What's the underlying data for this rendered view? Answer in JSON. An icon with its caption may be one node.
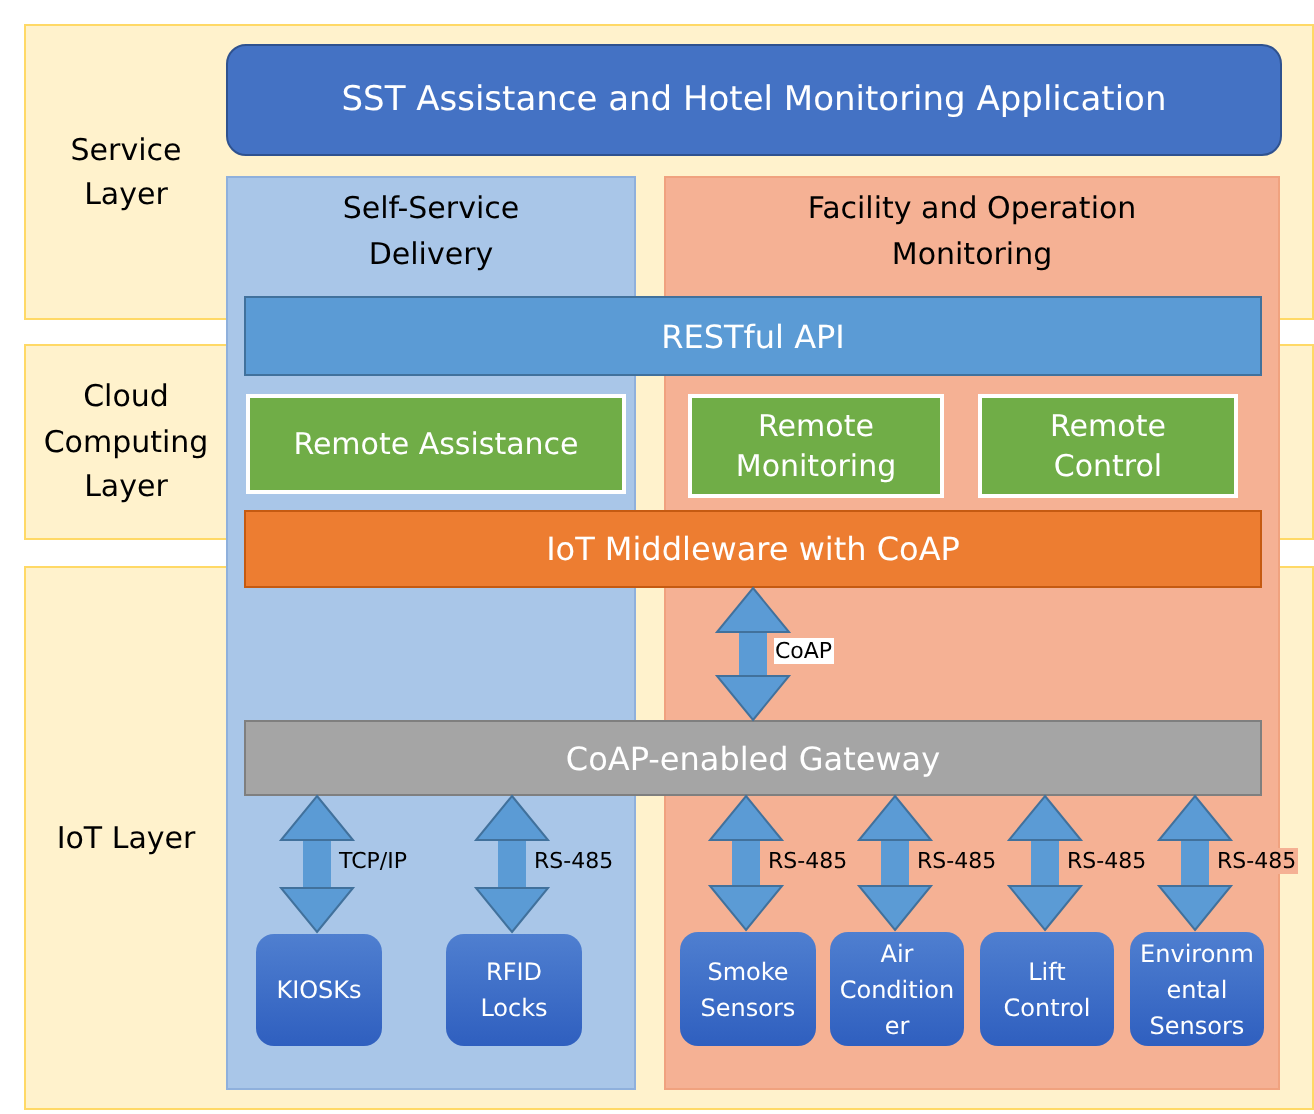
{
  "diagram": {
    "nodes": [
      {
        "text": [
          "Service Layer"
        ]
      },
      {
        "text": [
          "Cloud Computing Layer"
        ]
      },
      {
        "text": [
          "IoT Layer"
        ]
      },
      {
        "text": [
          "SST Assistance and Hotel Monitoring Application"
        ]
      },
      {
        "text": [
          "Self-Service Delivery"
        ]
      },
      {
        "text": [
          "Facility and Operation Monitoring"
        ]
      },
      {
        "text": [
          "RESTful API"
        ]
      },
      {
        "text": [
          "Remote Assistance"
        ],
        "in": 4
      },
      {
        "text": [
          "Remote Monitoring"
        ],
        "in": 5
      },
      {
        "text": [
          "Remote Control"
        ],
        "in": 5
      },
      {
        "text": [
          "IoT Middleware with CoAP"
        ]
      },
      {
        "text": [
          "CoAP-enabled Gateway"
        ]
      },
      {
        "text": [
          "KIOSKs"
        ],
        "in": 4
      },
      {
        "text": [
          "RFID Locks"
        ],
        "in": 4
      },
      {
        "text": [
          "Smoke Sensors"
        ],
        "in": 5
      },
      {
        "text": [
          "Air Conditioner"
        ],
        "in": 5
      },
      {
        "text": [
          "Lift Control"
        ],
        "in": 5
      },
      {
        "text": [
          "Environmental Sensors"
        ],
        "in": 5
      }
    ],
    "edges": [
      {
        "from": 10,
        "to": 11,
        "arrow": "both",
        "label": "CoAP"
      },
      {
        "from": 11,
        "to": 12,
        "arrow": "both",
        "label": "TCP/IP"
      },
      {
        "from": 11,
        "to": 13,
        "arrow": "both",
        "label": "RS-485"
      },
      {
        "from": 11,
        "to": 14,
        "arrow": "both",
        "label": "RS-485"
      },
      {
        "from": 11,
        "to": 15,
        "arrow": "both",
        "label": "RS-485"
      },
      {
        "from": 11,
        "to": 16,
        "arrow": "both",
        "label": "RS-485"
      },
      {
        "from": 11,
        "to": 17,
        "arrow": "both",
        "label": "RS-485"
      }
    ]
  }
}
